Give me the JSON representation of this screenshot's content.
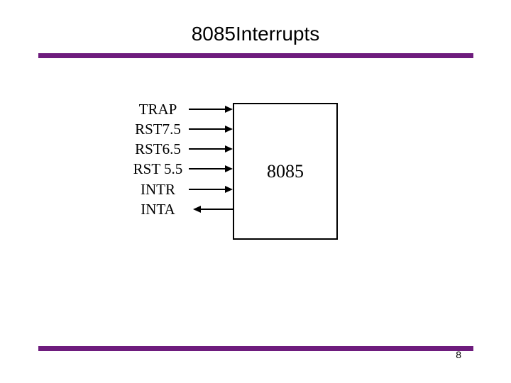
{
  "slide": {
    "title": "8085Interrupts",
    "page_number": "8",
    "accent_color": "#6E1C7D",
    "background_color": "#ffffff",
    "text_color": "#000000"
  },
  "diagram": {
    "chip_label": "8085",
    "signals": [
      {
        "label": "TRAP",
        "direction": "in"
      },
      {
        "label": "RST7.5",
        "direction": "in"
      },
      {
        "label": "RST6.5",
        "direction": "in"
      },
      {
        "label": "RST 5.5",
        "direction": "in"
      },
      {
        "label": "INTR",
        "direction": "in"
      },
      {
        "label": "INTA",
        "direction": "out"
      }
    ]
  }
}
